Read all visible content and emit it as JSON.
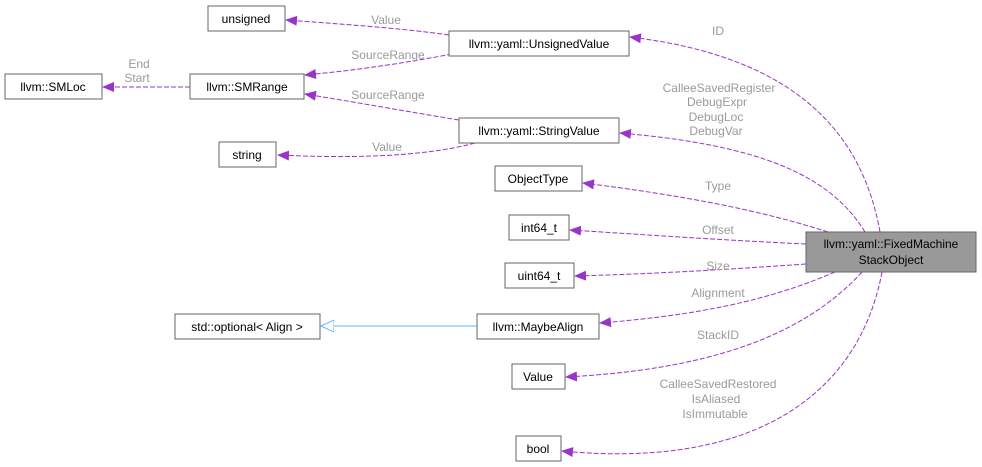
{
  "colors": {
    "dependency": "#9a32cd",
    "inheritance": "#63b8ff",
    "main_node_fill": "#999999",
    "node_border": "#666666",
    "edge_label": "#9a9a9a"
  },
  "nodes": {
    "main": [
      "llvm::yaml::FixedMachine",
      "StackObject"
    ],
    "unsigned_value": "llvm::yaml::UnsignedValue",
    "unsigned": "unsigned",
    "smrange": "llvm::SMRange",
    "smloc": "llvm::SMLoc",
    "string_value": "llvm::yaml::StringValue",
    "string": "string",
    "object_type": "ObjectType",
    "int64": "int64_t",
    "uint64": "uint64_t",
    "maybe_align": "llvm::MaybeAlign",
    "optional_align": "std::optional< Align >",
    "value": "Value",
    "bool": "bool"
  },
  "edge_labels": {
    "unsigned_value_value": "Value",
    "unsigned_value_source_range": "SourceRange",
    "smrange_smloc": [
      "End",
      "Start"
    ],
    "string_value_source_range": "SourceRange",
    "string_value_value": "Value",
    "main_id": "ID",
    "main_string_value": [
      "CalleeSavedRegister",
      "DebugExpr",
      "DebugLoc",
      "DebugVar"
    ],
    "main_type": "Type",
    "main_offset": "Offset",
    "main_size": "Size",
    "main_alignment": "Alignment",
    "main_stack_id": "StackID",
    "main_bool": [
      "CalleeSavedRestored",
      "IsAliased",
      "IsImmutable"
    ]
  }
}
